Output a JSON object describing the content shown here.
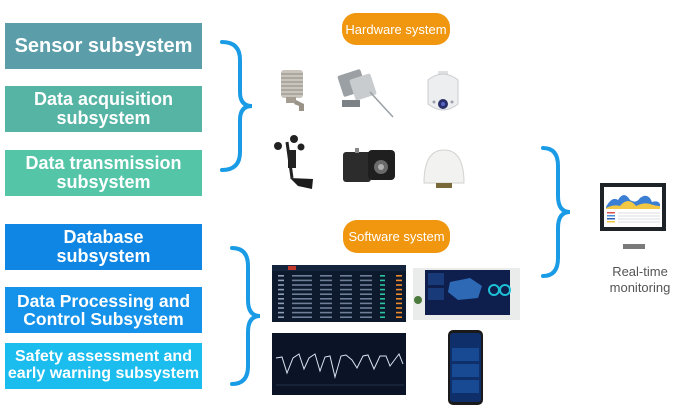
{
  "left_subsystems": {
    "hardware_group": [
      {
        "label": "Sensor subsystem",
        "color": "#5b9eaa"
      },
      {
        "label": "Data acquisition subsystem",
        "color": "#55b4a3"
      },
      {
        "label": "Data transmission subsystem",
        "color": "#55c5a8"
      }
    ],
    "software_group": [
      {
        "label": "Database subsystem",
        "color": "#0f86e4"
      },
      {
        "label": "Data Processing and Control Subsystem",
        "color": "#1592ea"
      },
      {
        "label": "Safety assessment and early warning subsystem",
        "color": "#1bbcee"
      }
    ]
  },
  "hardware": {
    "title": "Hardware system",
    "devices": [
      "radiation-shield-sensor",
      "draw-wire-displacement-sensor",
      "dome-camera",
      "anemometer-wind-vane",
      "inclinometer-sensors",
      "gnss-antenna-dome"
    ]
  },
  "software": {
    "title": "Software system",
    "screens": [
      "data-table-dashboard",
      "wall-display-dashboard",
      "waveform-chart",
      "mobile-app"
    ]
  },
  "output": {
    "label_line1": "Real-time",
    "label_line2": "monitoring"
  },
  "colors": {
    "brace": "#1a9be6",
    "pill": "#f0960f"
  }
}
